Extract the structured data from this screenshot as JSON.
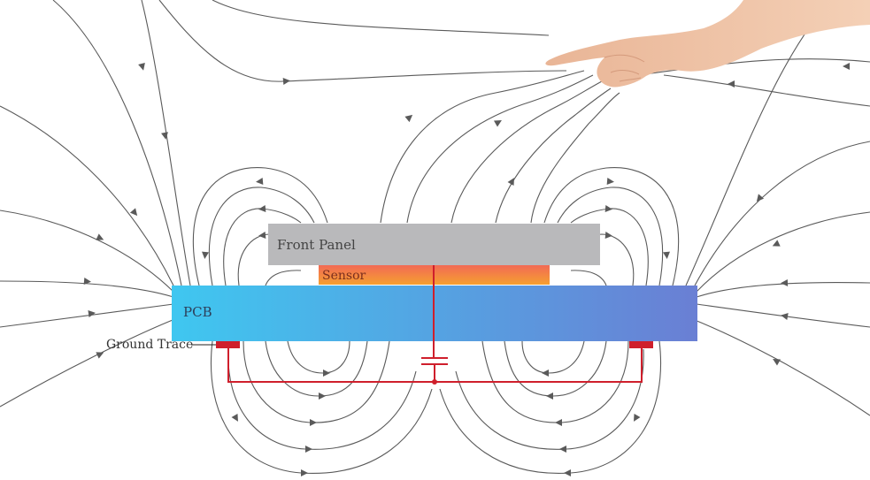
{
  "labels": {
    "front_panel": "Front Panel",
    "sensor": "Sensor",
    "pcb": "PCB",
    "ground_trace": "Ground Trace"
  },
  "colors": {
    "front_panel": "#b9b9bb",
    "sensor_top": "#f26a55",
    "sensor_bottom": "#f5a030",
    "pcb_left": "#3fc7f0",
    "pcb_right": "#6a7fd4",
    "trace": "#cf1f2c",
    "field_line": "#5a5a5a",
    "skin": "#efc2a3"
  },
  "icons": {
    "finger": "pointing-hand-icon",
    "capacitor": "capacitor-symbol-icon"
  }
}
